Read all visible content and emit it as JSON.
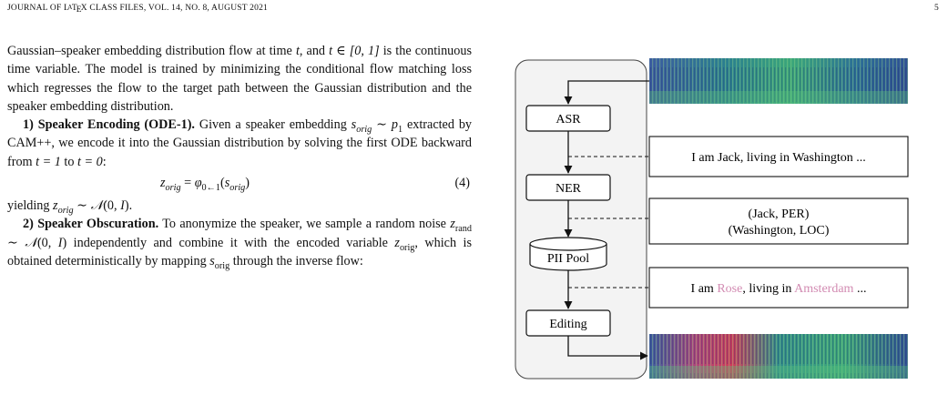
{
  "header": {
    "journal_prefix": "JOURNAL OF ",
    "journal_suffix": " CLASS FILES, VOL. 14, NO. 8, AUGUST 2021",
    "page_number": "5"
  },
  "body": {
    "p1_a": "Gaussian–speaker embedding distribution flow at time ",
    "p1_t": "t",
    "p1_b": ", and ",
    "p1_range": "t ∈ [0, 1]",
    "p1_c": " is the continuous time variable. The model is trained by minimizing the conditional flow matching loss which regresses the flow to the target path between the Gaussian distribution and the speaker embedding distribution.",
    "s1_title": "1) Speaker Encoding (ODE-1).",
    "s1_a": " Given a speaker embedding ",
    "s1_b": " extracted by CAM++, we encode it into the Gaussian distribution by solving the first ODE backward from ",
    "s1_t1": "t = 1",
    "s1_to": " to ",
    "s1_t0": "t = 0",
    "s1_colon": ":",
    "eq_number": "(4)",
    "yield_a": "yielding ",
    "s2_title": "2) Speaker Obscuration.",
    "s2_a": " To anonymize the speaker, we sample a random noise ",
    "s2_b": " independently and combine it with the encoded variable ",
    "s2_c": ", which is obtained deterministically by mapping ",
    "s2_d": " through the inverse flow:"
  },
  "figure": {
    "pipeline": [
      "ASR",
      "NER",
      "PII Pool",
      "Editing"
    ],
    "asr_output": "I am Jack, living in Washington ...",
    "ner_output_line1": "(Jack, PER)",
    "ner_output_line2": "(Washington, LOC)",
    "edit_output_1": "I am ",
    "edit_name": "Rose",
    "edit_output_2": ", living in ",
    "edit_city": "Amsterdam",
    "edit_output_3": " ...",
    "highlight_color": "#d28bb2"
  }
}
